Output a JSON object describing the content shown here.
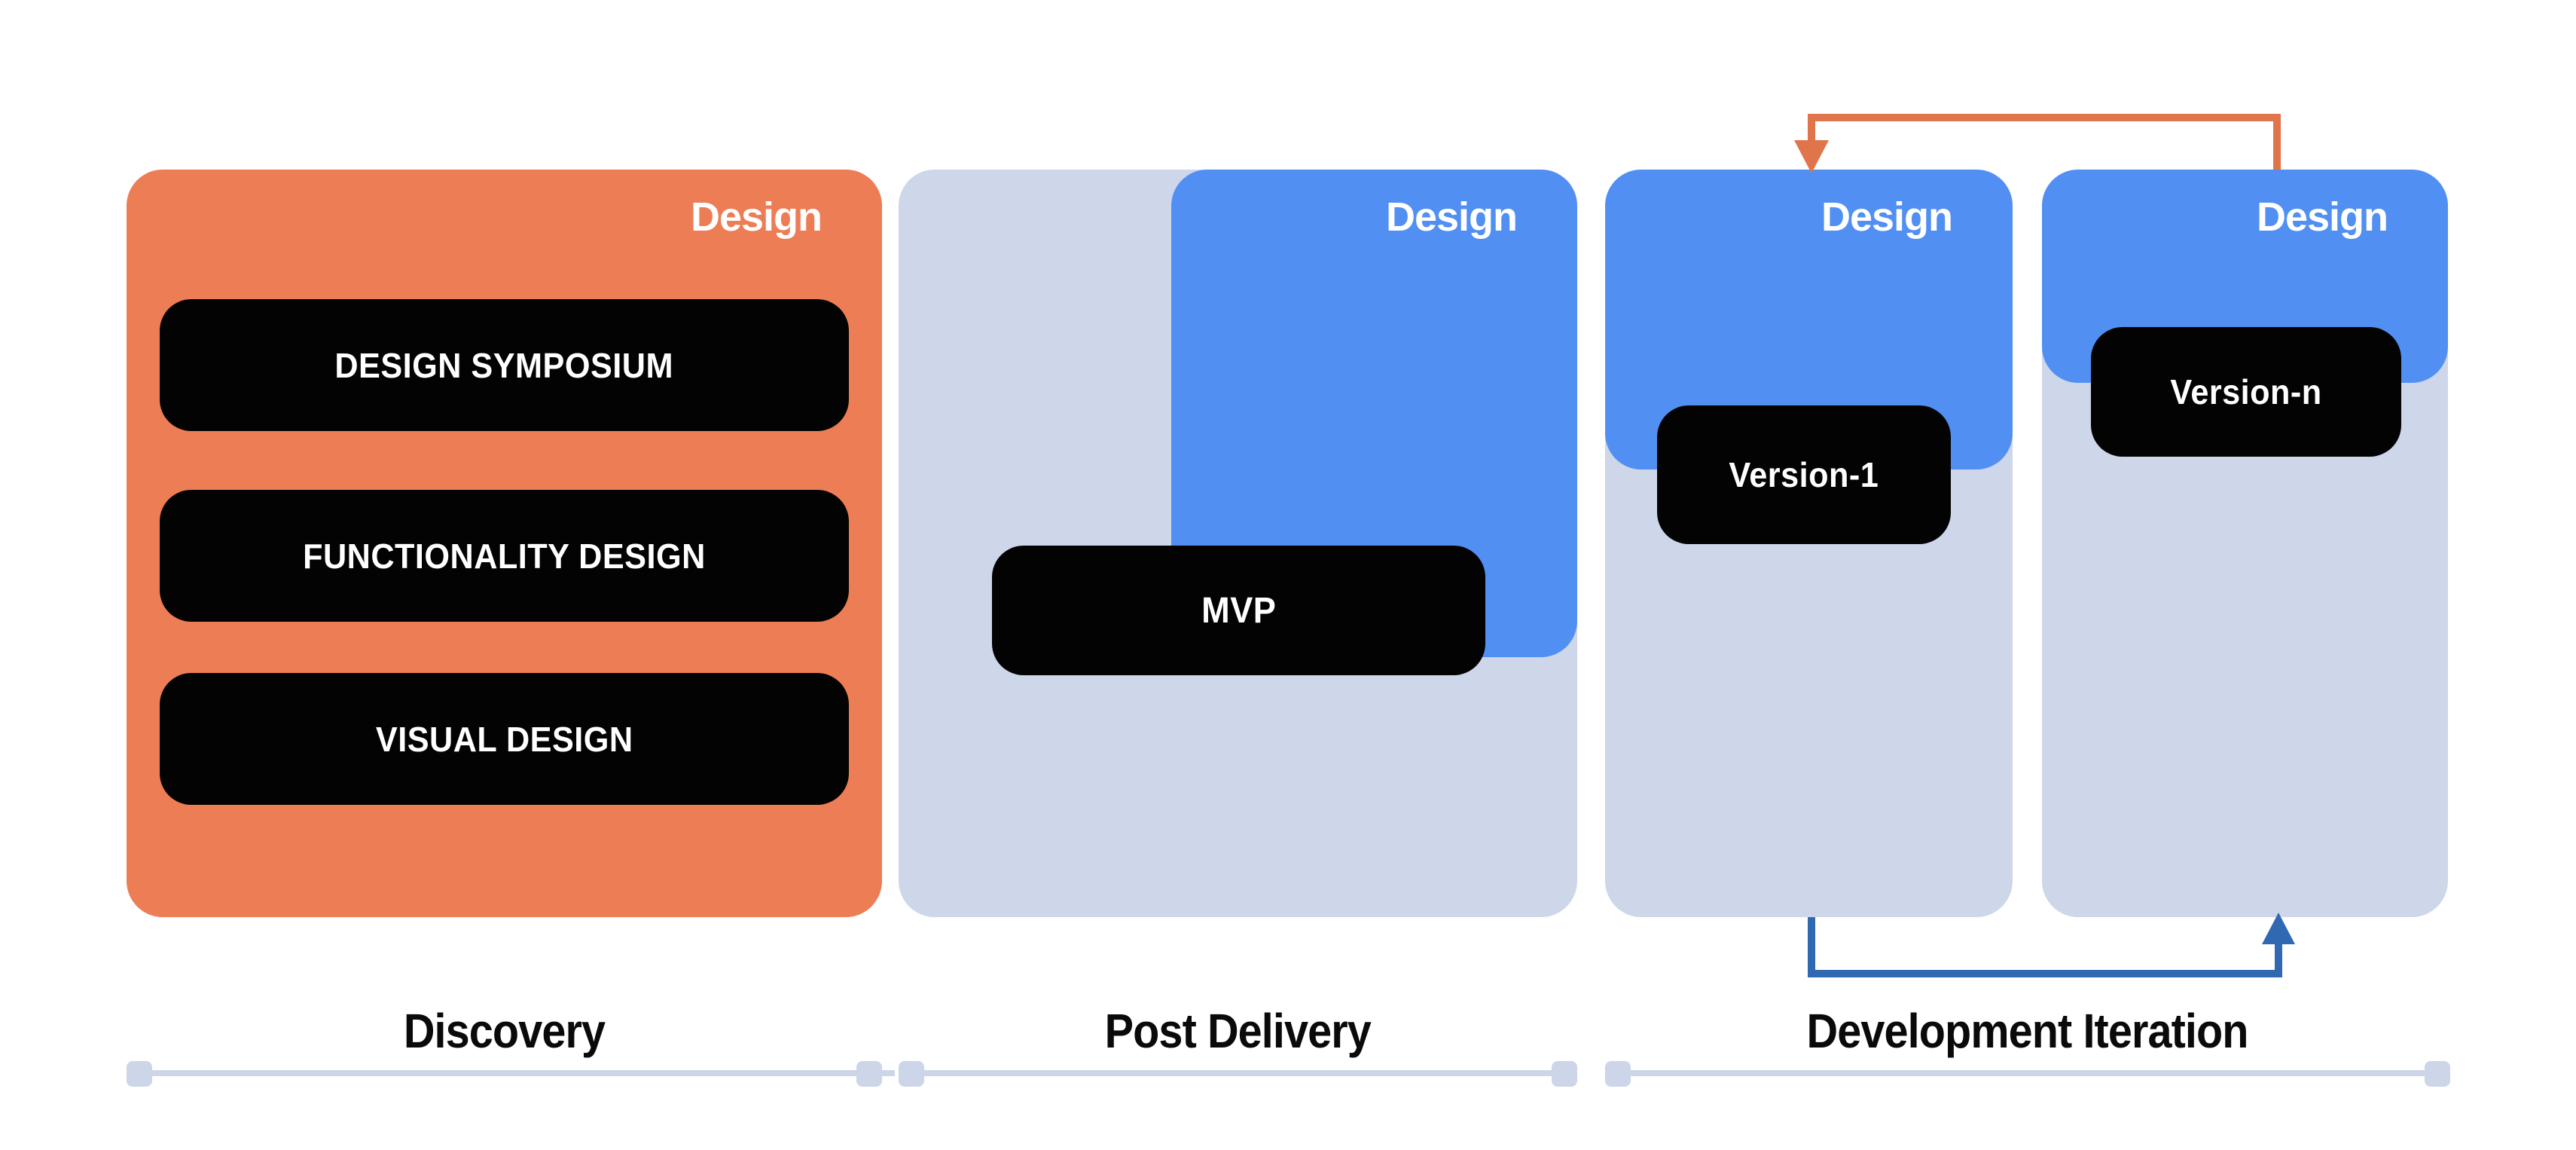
{
  "diagram": {
    "type": "process-flow",
    "description_visible_text_only": true,
    "colors": {
      "background": "#FFFFFF",
      "discovery_box": "#ED7D54",
      "design_box_blue": "#5190F2",
      "phase_container_gray": "#CED6E9",
      "pill_black": "#030303",
      "pill_text": "#FFFFFF",
      "design_tag_text": "#FFFFFF",
      "phase_label_text": "#0A0A0A",
      "feedback_arrow_orange": "#E0744B",
      "iteration_arrow_blue": "#3069B1",
      "timeline": "#CDD5E8"
    },
    "sections": [
      {
        "id": "discovery",
        "phase_label": "Discovery",
        "design_label": "Design",
        "items": [
          "DESIGN SYMPOSIUM",
          "FUNCTIONALITY DESIGN",
          "VISUAL DESIGN"
        ]
      },
      {
        "id": "post-delivery",
        "phase_label": "Post Delivery",
        "design_label": "Design",
        "items": [
          "MVP"
        ]
      },
      {
        "id": "development-iteration",
        "phase_label": "Development Iteration",
        "columns": [
          {
            "design_label": "Design",
            "version_label": "Version-1"
          },
          {
            "design_label": "Design",
            "version_label": "Version-n"
          }
        ]
      }
    ]
  }
}
